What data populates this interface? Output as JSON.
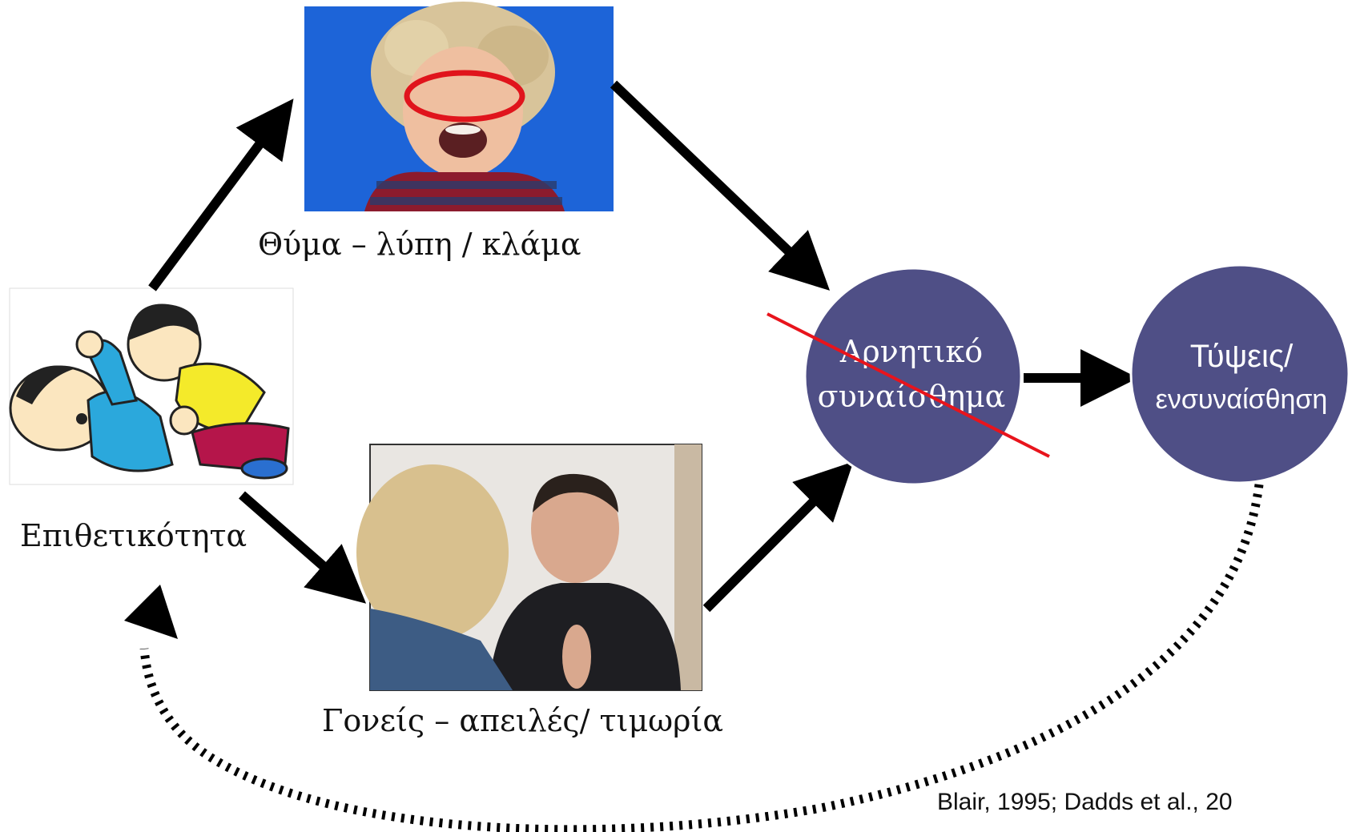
{
  "nodes": {
    "aggression": {
      "label": "Επιθετικότητα"
    },
    "victim": {
      "label": "Θύμα – λύπη / κλάμα"
    },
    "parents": {
      "label": "Γονείς – απειλές/ τιμωρία"
    },
    "negative_emotion": {
      "line1": "Αρνητικό",
      "line2": "συναίσθημα",
      "crossed_out": true
    },
    "guilt": {
      "line1": "Τύψεις/",
      "line2": "ενσυναίσθηση"
    }
  },
  "citation": "Blair, 1995; Dadds et al., 20",
  "colors": {
    "circle_fill": "#4f4f86",
    "circle_stroke": "#ffffff",
    "cross_line": "#e8141c",
    "highlight_ellipse": "#e0141c",
    "arrow": "#000000",
    "photo_blue_bg": "#1a62d6"
  }
}
